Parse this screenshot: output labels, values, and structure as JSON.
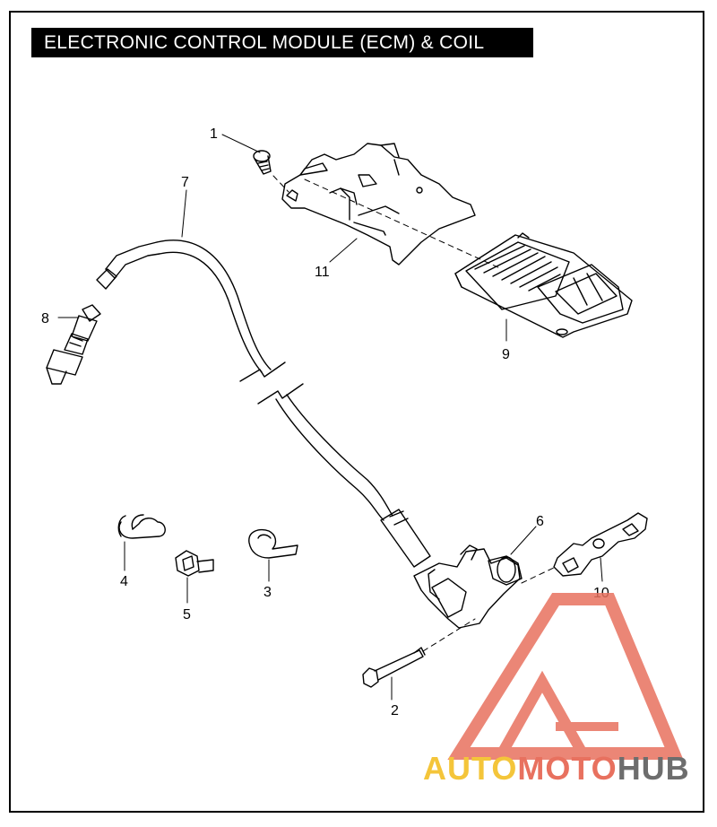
{
  "title": "ELECTRONIC CONTROL MODULE (ECM) & COIL",
  "callouts": {
    "c1": "1",
    "c2": "2",
    "c3": "3",
    "c4": "4",
    "c5": "5",
    "c6": "6",
    "c7": "7",
    "c8": "8",
    "c9": "9",
    "c10": "10",
    "c11": "11"
  },
  "watermark": {
    "part1": "AUTO",
    "part2": "MOTO",
    "part3": "HUB",
    "colors": {
      "auto": "#f4c53a",
      "moto": "#e8715f",
      "hub": "#6d6d6d"
    }
  }
}
